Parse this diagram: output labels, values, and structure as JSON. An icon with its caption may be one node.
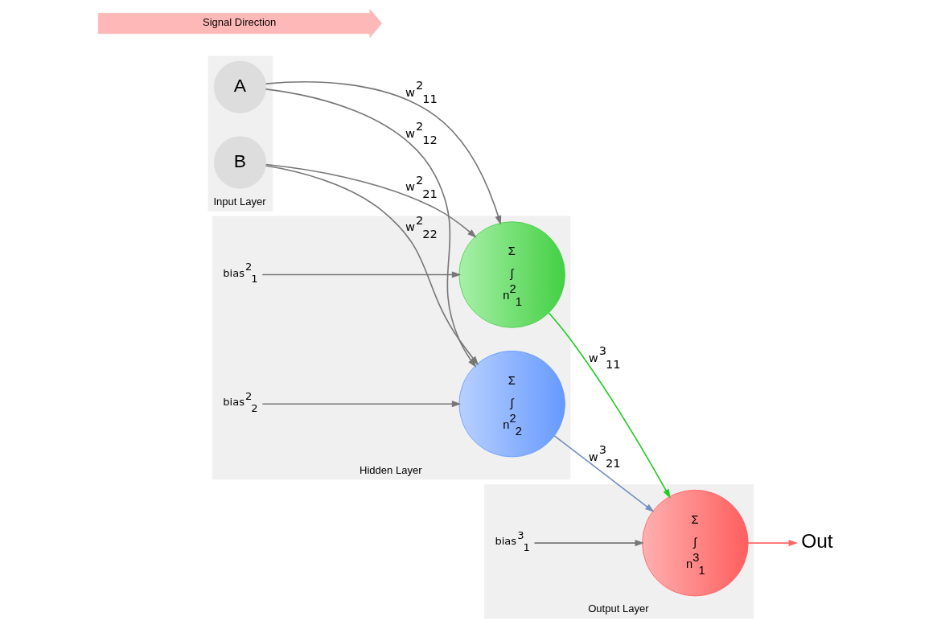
{
  "diagram": {
    "nodes": [
      {
        "text": [
          "Input Layer"
        ]
      },
      {
        "text": [
          "A"
        ],
        "in": 0
      },
      {
        "text": [
          "B"
        ],
        "in": 0
      },
      {
        "text": [
          "Hidden Layer"
        ]
      },
      {
        "text": [
          "bias$^{2}$$_{1}$"
        ],
        "in": 3
      },
      {
        "text": [
          "Σ",
          "∫",
          "n$^{2}$$_{1}$"
        ],
        "in": 3
      },
      {
        "text": [
          "Σ",
          "∫",
          "n$^{2}$$_{2}$"
        ],
        "in": 3
      },
      {
        "text": [
          "bias$^{2}$$_{2}$"
        ],
        "in": 3
      },
      {
        "text": [
          "Output Layer"
        ]
      },
      {
        "text": [
          "bias$^{3}$$_{1}$"
        ],
        "in": 8
      },
      {
        "text": [
          "Σ",
          "∫",
          "n$^{3}$$_{1}$"
        ],
        "in": 8
      },
      {
        "text": [
          "Out"
        ]
      },
      {
        "text": [
          "Signal Direction"
        ]
      }
    ],
    "edges": [
      {
        "from": 1,
        "to": 5,
        "arrow": "to",
        "label": "w$^{2}$$_{11}$"
      },
      {
        "from": 1,
        "to": 6,
        "arrow": "to",
        "label": "w$^{2}$$_{12}$"
      },
      {
        "from": 2,
        "to": 5,
        "arrow": "to",
        "label": "w$^{2}$$_{21}$"
      },
      {
        "from": 2,
        "to": 6,
        "arrow": "to",
        "label": "w$^{2}$$_{22}$"
      },
      {
        "from": 4,
        "to": 5,
        "arrow": "to"
      },
      {
        "from": 7,
        "to": 6,
        "arrow": "to"
      },
      {
        "from": 5,
        "to": 10,
        "arrow": "to",
        "label": "w$^{3}$$_{11}$",
        "color": "#22cc22"
      },
      {
        "from": 6,
        "to": 10,
        "arrow": "to",
        "label": "w$^{3}$$_{21}$",
        "color": "#7090c0"
      },
      {
        "from": 9,
        "to": 10,
        "arrow": "to"
      },
      {
        "from": 10,
        "to": 11,
        "arrow": "to",
        "color": "#ff6666"
      }
    ]
  }
}
